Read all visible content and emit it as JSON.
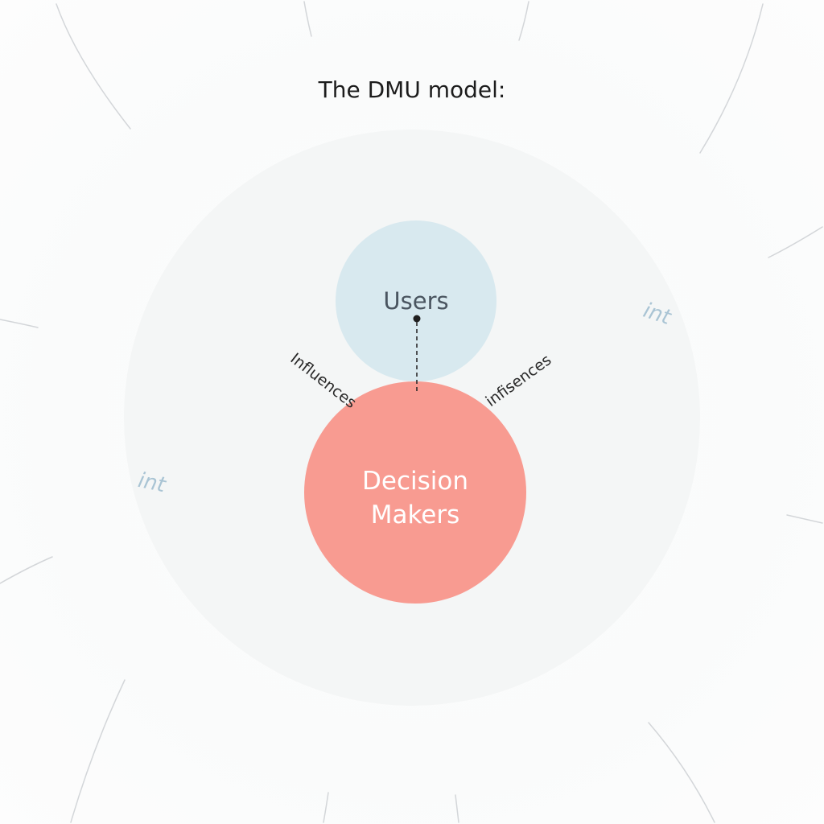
{
  "title": "The DMU model:",
  "nodes": {
    "users": {
      "label": "Users",
      "color": "#d8e9ef"
    },
    "decision_makers": {
      "line1": "Decision",
      "line2": "Makers",
      "color": "#f89b91"
    }
  },
  "outer_ring_color": "#f4f6f6",
  "edges": {
    "left_label": "Influences",
    "right_label": "infisences"
  },
  "faint_labels": {
    "left": "int",
    "right": "int"
  }
}
